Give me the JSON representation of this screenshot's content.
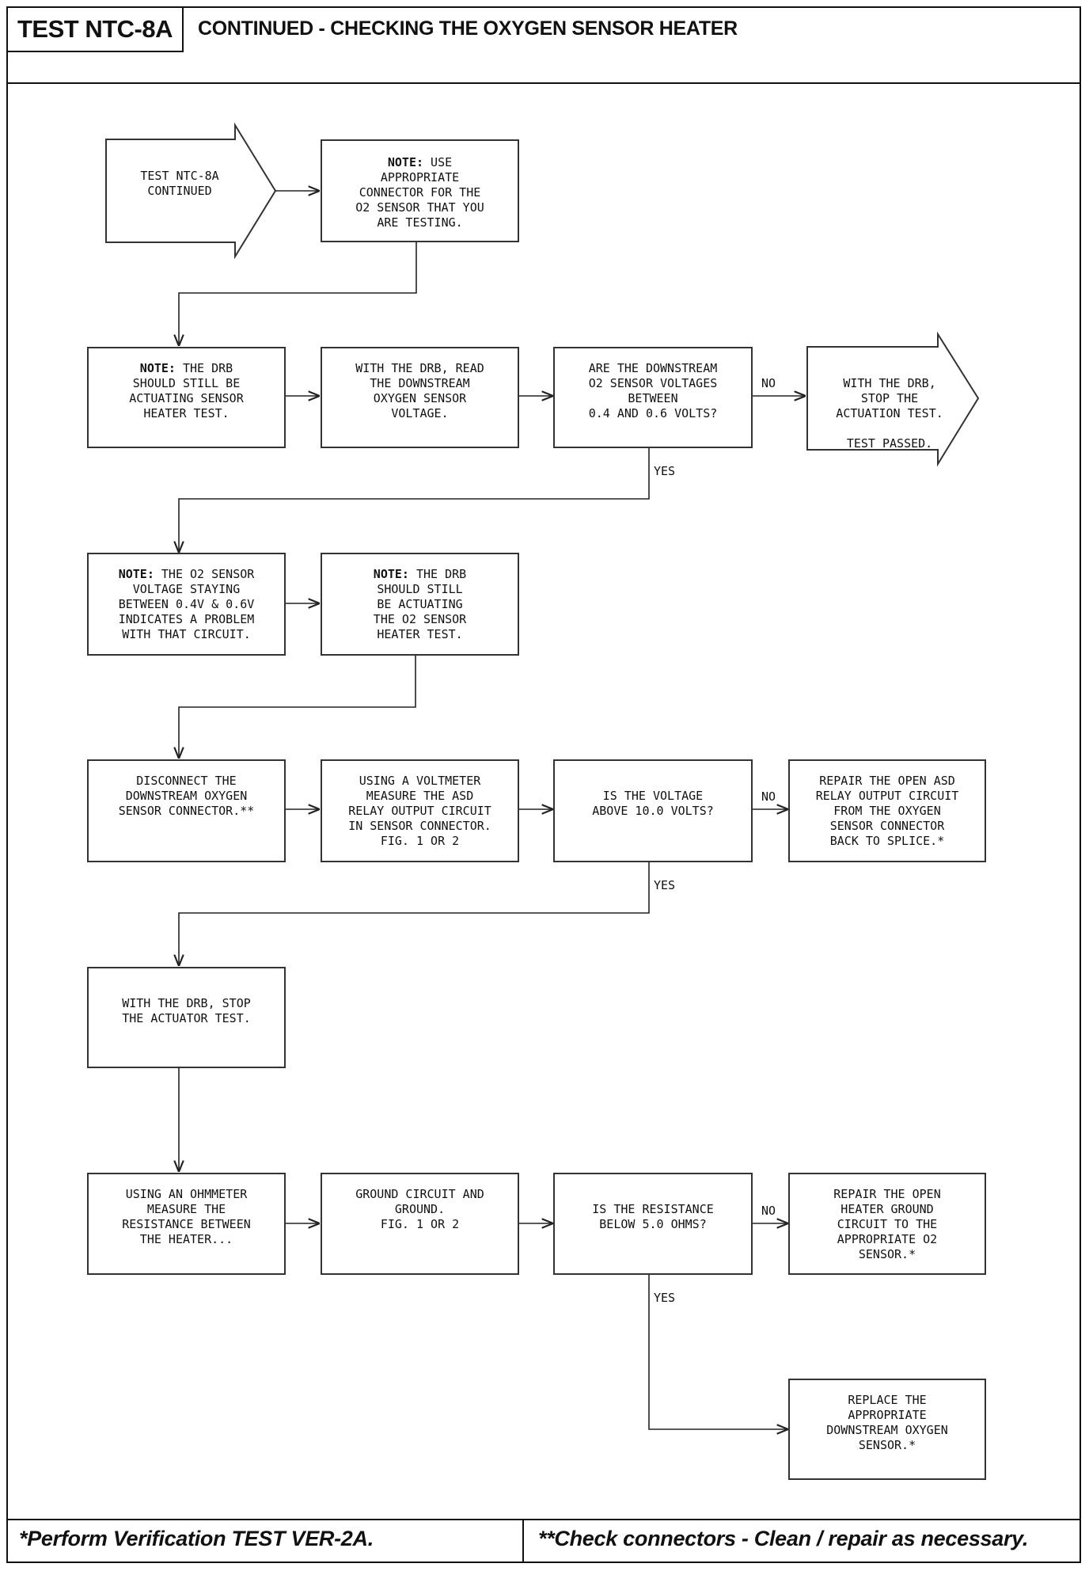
{
  "header": {
    "test_id": "TEST NTC-8A",
    "title": "CONTINUED - CHECKING THE OXYGEN SENSOR HEATER"
  },
  "nodes": {
    "start": [
      "TEST NTC-8A",
      "CONTINUED"
    ],
    "note1": {
      "note": "NOTE:",
      "lines": [
        "USE",
        "APPROPRIATE",
        "CONNECTOR FOR THE",
        "O2 SENSOR THAT YOU",
        "ARE TESTING."
      ]
    },
    "note2": {
      "note": "NOTE:",
      "lines": [
        "THE DRB",
        "SHOULD STILL BE",
        "ACTUATING SENSOR",
        "HEATER TEST."
      ]
    },
    "read_voltage": [
      "WITH THE DRB, READ",
      "THE DOWNSTREAM",
      "OXYGEN SENSOR",
      "VOLTAGE."
    ],
    "q_between": [
      "ARE THE DOWNSTREAM",
      "O2 SENSOR VOLTAGES",
      "BETWEEN",
      "0.4 AND 0.6 VOLTS?"
    ],
    "end_pass": [
      "WITH THE DRB,",
      "STOP THE",
      "ACTUATION TEST.",
      "",
      "TEST PASSED."
    ],
    "note3": {
      "note": "NOTE:",
      "lines": [
        "THE O2 SENSOR",
        "VOLTAGE STAYING",
        "BETWEEN 0.4V & 0.6V",
        "INDICATES A PROBLEM",
        "WITH THAT CIRCUIT."
      ]
    },
    "note4": {
      "note": "NOTE:",
      "lines": [
        "THE DRB",
        "SHOULD STILL",
        "BE ACTUATING",
        "THE O2 SENSOR",
        "HEATER TEST."
      ]
    },
    "disconnect": [
      "DISCONNECT THE",
      "DOWNSTREAM OXYGEN",
      "SENSOR CONNECTOR.**"
    ],
    "voltmeter": [
      "USING A VOLTMETER",
      "MEASURE THE ASD",
      "RELAY OUTPUT CIRCUIT",
      "IN SENSOR CONNECTOR.",
      "FIG. 1 OR 2"
    ],
    "q_above10": [
      "IS THE VOLTAGE",
      "ABOVE 10.0 VOLTS?"
    ],
    "repair_asd": [
      "REPAIR THE OPEN ASD",
      "RELAY OUTPUT CIRCUIT",
      "FROM THE OXYGEN",
      "SENSOR CONNECTOR",
      "BACK TO SPLICE.*"
    ],
    "stop_actuator": [
      "WITH THE DRB, STOP",
      "THE ACTUATOR TEST."
    ],
    "ohmmeter": [
      "USING AN OHMMETER",
      "MEASURE THE",
      "RESISTANCE BETWEEN",
      "THE HEATER..."
    ],
    "ground": [
      "GROUND CIRCUIT AND",
      "GROUND.",
      "",
      "FIG. 1 OR 2"
    ],
    "q_below5": [
      "IS THE RESISTANCE",
      "BELOW 5.0 OHMS?"
    ],
    "repair_ground": [
      "REPAIR THE OPEN",
      "HEATER GROUND",
      "CIRCUIT TO THE",
      "APPROPRIATE O2",
      "SENSOR.*"
    ],
    "replace_sensor": [
      "REPLACE THE",
      "APPROPRIATE",
      "DOWNSTREAM OXYGEN",
      "SENSOR.*"
    ]
  },
  "edge_labels": {
    "no": "NO",
    "yes": "YES"
  },
  "footer": {
    "left": "*Perform Verification TEST VER-2A.",
    "right": "**Check connectors - Clean / repair as necessary."
  }
}
